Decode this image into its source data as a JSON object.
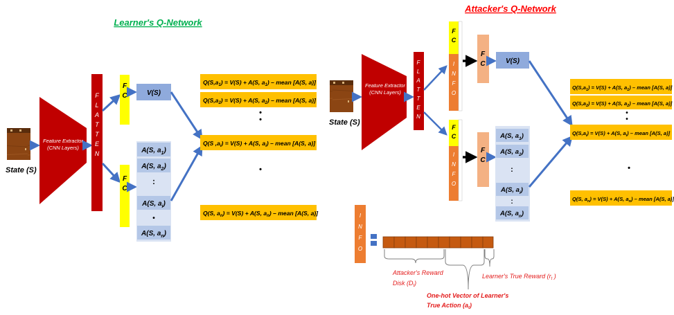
{
  "learner": {
    "title": "Learner's Q-Network",
    "state_label": "State (S)",
    "feature_extractor": [
      "Feature Extractor",
      "(CNN Layers)"
    ],
    "flatten": [
      "F",
      "L",
      "A",
      "T",
      "T",
      "E",
      "N"
    ],
    "fc": [
      "F",
      "C"
    ],
    "value": "V(S)",
    "advantages": [
      {
        "main": "A(S, a",
        "sub": "1",
        "end": ")"
      },
      {
        "main": "A(S, a",
        "sub": "2",
        "end": ")"
      },
      {
        "main": ":",
        "sub": "",
        "end": ""
      },
      {
        "main": "A(S, a",
        "sub": "i",
        "end": ")"
      },
      {
        "main": "•",
        "sub": "",
        "end": ""
      },
      {
        "main": "A(S, a",
        "sub": "n",
        "end": ")"
      }
    ],
    "q_rows": [
      {
        "a": "Q(S,a",
        "s1": "1",
        "b": ") = V(S) + A(S, a",
        "s2": "1",
        "c": ") – mean [A(S, a)]"
      },
      {
        "a": "Q(S,a",
        "s1": "2",
        "b": ") = V(S) + A(S, a",
        "s2": "2",
        "c": ") – mean [A(S, a)]"
      },
      {
        "a": "Q(S ,a",
        "s1": "i",
        "b": ") = V(S) + A(S, a",
        "s2": "i",
        "c": ") – mean [A(S, a)]"
      },
      {
        "a": "Q(S, a",
        "s1": "n",
        "b": ") = V(S) + A(S, a",
        "s2": "n",
        "c": ") – mean [A(S, a)]"
      }
    ]
  },
  "attacker": {
    "title": "Attacker's Q-Network",
    "state_label": "State (S)",
    "feature_extractor": [
      "Feature Extractor",
      "(CNN Layers)"
    ],
    "flatten": [
      "F",
      "L",
      "A",
      "T",
      "T",
      "E",
      "N"
    ],
    "fc": [
      "F",
      "C"
    ],
    "info": [
      "I",
      "N",
      "F",
      "O"
    ],
    "value": "V(S)",
    "advantages": [
      {
        "main": "A(S, a",
        "sub": "1",
        "end": ")"
      },
      {
        "main": "A(S, a",
        "sub": "2",
        "end": ")"
      },
      {
        "main": ":",
        "sub": "",
        "end": ""
      },
      {
        "main": "A(S, a",
        "sub": "i",
        "end": ")"
      },
      {
        "main": ":",
        "sub": "",
        "end": ""
      },
      {
        "main": "A(S, a",
        "sub": "n",
        "end": ")"
      }
    ],
    "q_rows": [
      {
        "a": "Q(S,a",
        "s1": "1",
        "b": ") = V(S) + A(S, a",
        "s2": "1",
        "c": ") – mean [A(S, a)]"
      },
      {
        "a": "Q(S,a",
        "s1": "2",
        "b": ") = V(S) + A(S, a",
        "s2": "2",
        "c": ") – mean [A(S, a)]"
      },
      {
        "a": "Q(S,a",
        "s1": "i",
        "b": ") = V(S) + A(S, a",
        "s2": "i",
        "c": ") – mean [A(S, a)]"
      },
      {
        "a": "Q(S, a",
        "s1": "n",
        "b": ") = V(S) + A(S, a",
        "s2": "n",
        "c": ") – mean [A(S, a)]"
      }
    ]
  },
  "info_vector": {
    "info": [
      "I",
      "N",
      "F",
      "O"
    ],
    "label_disk": [
      "Attacker's Reward",
      "Disk (D",
      "t",
      ")"
    ],
    "label_action": [
      "One-hot Vector of Learner's",
      "True  Action (a",
      "t",
      ")"
    ],
    "label_reward": [
      "Learner's True  Reward (r",
      "t",
      " )"
    ]
  },
  "colors": {
    "red_dark": "#c00000",
    "orange": "#ed7d31",
    "salmon": "#f4b183",
    "yellow": "#ffff00",
    "blue_box": "#8faadc",
    "light_blue": "#b4c7e7",
    "formula_bg": "#ffc000",
    "title_green": "#00b050",
    "title_red": "#ff0000",
    "arrow_blue": "#4472c4",
    "cell_brown": "#c55a11",
    "state_brown": "#8b4513"
  }
}
